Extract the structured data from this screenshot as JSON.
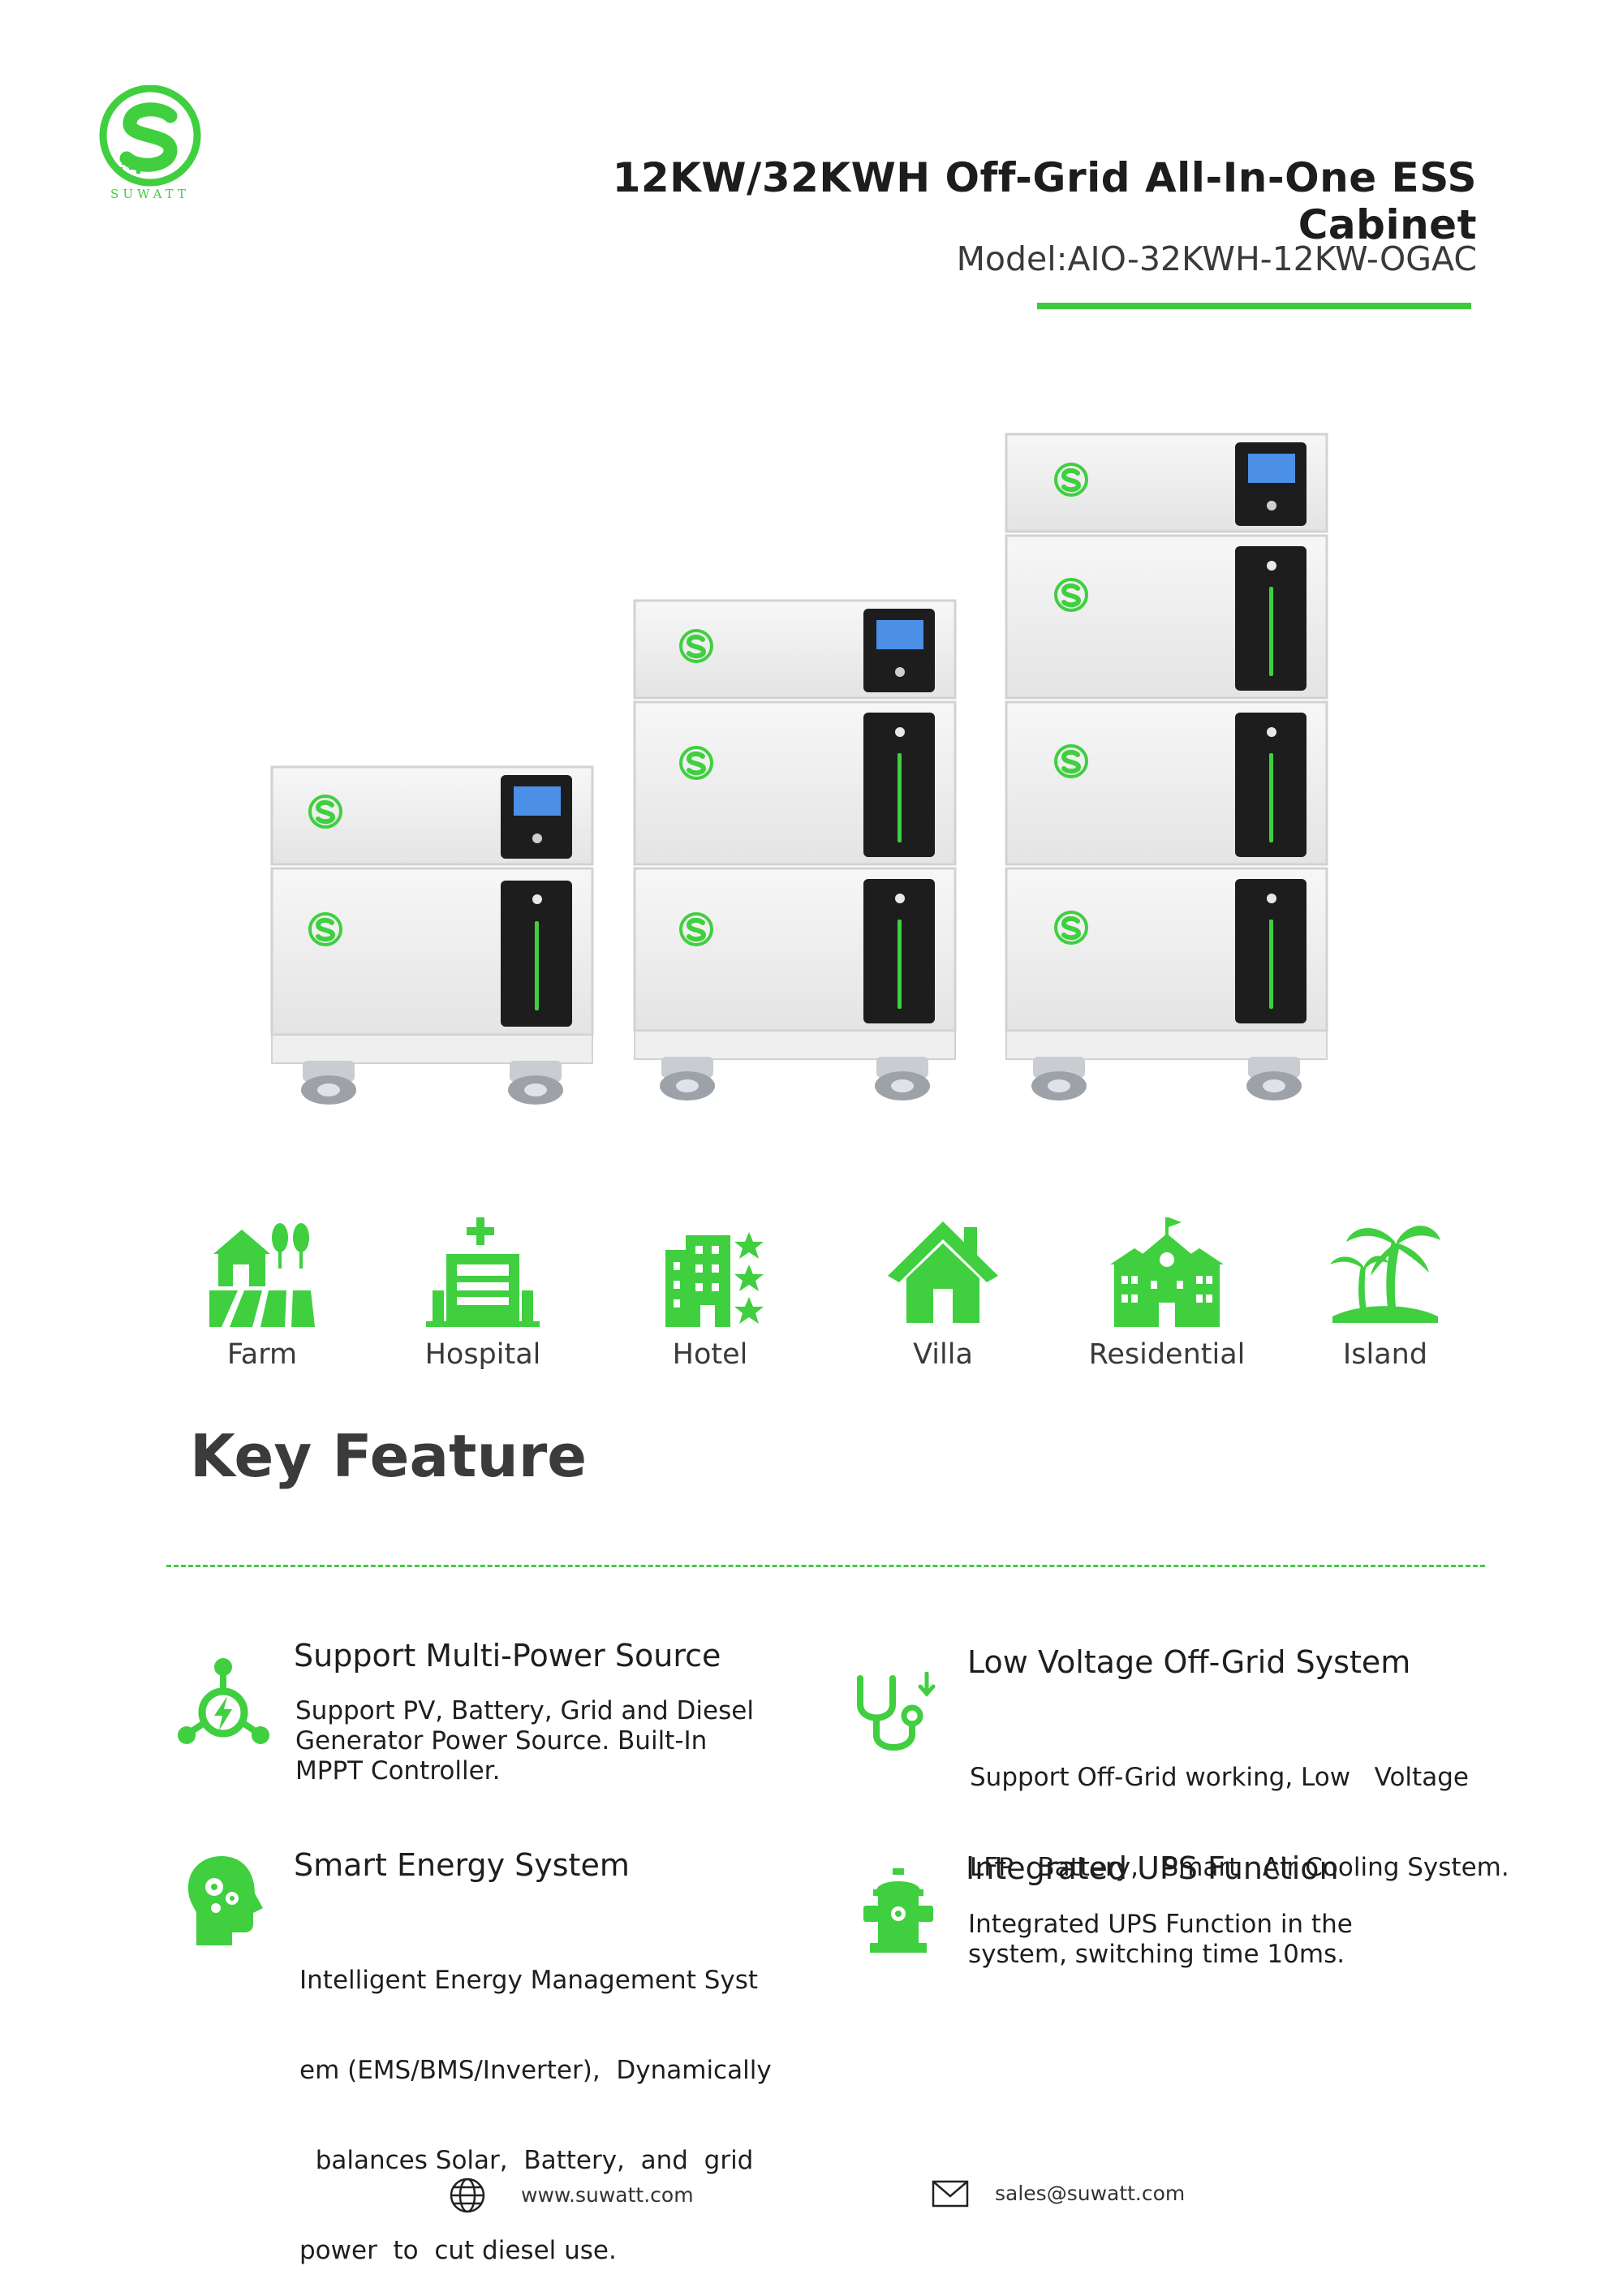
{
  "header": {
    "brand": "SUWATT",
    "title": "12KW/32KWH Off-Grid All-In-One ESS Cabinet",
    "model": "Model:AIO-32KWH-12KW-OGAC"
  },
  "colors": {
    "accent": "#3fcf3f",
    "dark": "#1f1f1f",
    "cabinet": "#f2f2f2",
    "screen": "#4b8fe6"
  },
  "applications": [
    {
      "label": "Farm",
      "icon": "farm-icon"
    },
    {
      "label": "Hospital",
      "icon": "hospital-icon"
    },
    {
      "label": "Hotel",
      "icon": "hotel-icon"
    },
    {
      "label": "Villa",
      "icon": "villa-icon"
    },
    {
      "label": "Residential",
      "icon": "residential-icon"
    },
    {
      "label": "Island",
      "icon": "island-icon"
    }
  ],
  "key_feature": {
    "heading": "Key Feature",
    "features": [
      {
        "title": "Support Multi-Power Source",
        "lines": [
          "Support PV, Battery, Grid and Diesel",
          "Generator Power Source. Built-In",
          "MPPT Controller."
        ],
        "icon": "multi-power-icon"
      },
      {
        "title": "Low Voltage Off-Grid System",
        "lines": [
          "Support Off-Grid working, Low   Voltage",
          "LFP   Battery,   Smart   Air Cooling System."
        ],
        "icon": "stethoscope-icon"
      },
      {
        "title": "Smart Energy System",
        "lines": [
          "Intelligent Energy Management Syst",
          "em (EMS/BMS/Inverter),  Dynamically",
          "  balances Solar,  Battery,  and  grid",
          "power  to  cut diesel use."
        ],
        "icon": "brain-gear-icon"
      },
      {
        "title": "Integrated UPS Function",
        "lines": [
          "Integrated UPS Function in the",
          "system, switching time 10ms."
        ],
        "icon": "hydrant-icon"
      }
    ]
  },
  "footer": {
    "website": "www.suwatt.com",
    "email": "sales@suwatt.com"
  }
}
